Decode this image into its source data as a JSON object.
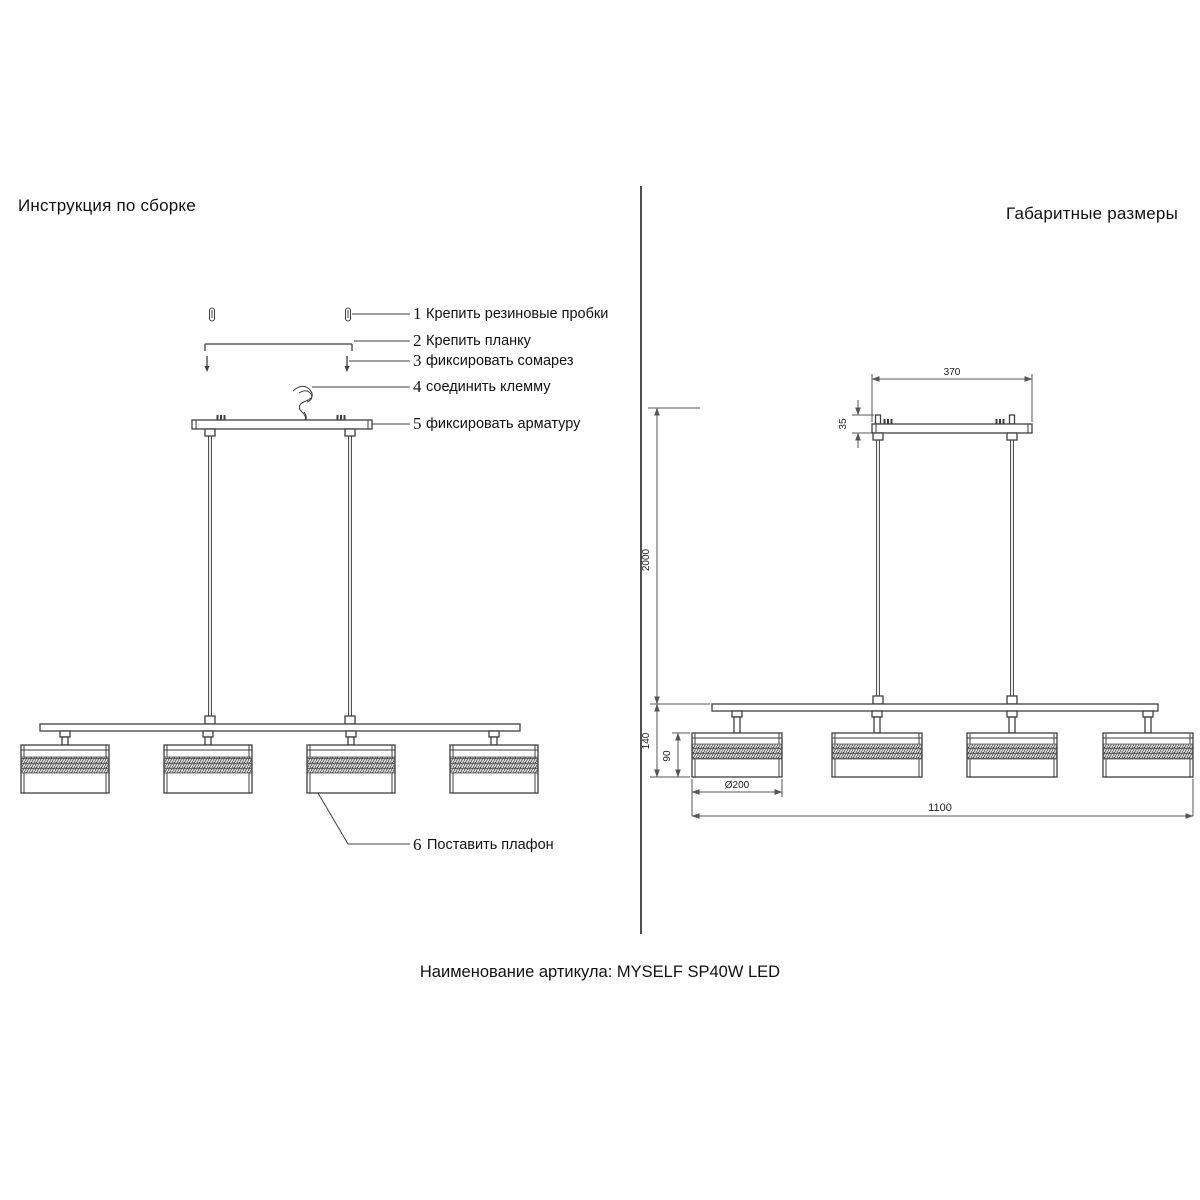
{
  "header": {
    "left_title": "Инструкция по сборке",
    "right_title": "Габаритные размеры"
  },
  "footer": {
    "text": "Наименование артикула: MYSELF SP40W LED"
  },
  "assembly": {
    "callouts": [
      {
        "num": "1",
        "label": "Крепить резиновые пробки"
      },
      {
        "num": "2",
        "label": "Крепить планку"
      },
      {
        "num": "3",
        "label": "фиксировать сомарез"
      },
      {
        "num": "4",
        "label": "соединить клемму"
      },
      {
        "num": "5",
        "label": "фиксировать арматуру"
      },
      {
        "num": "6",
        "label": "Поставить плафон"
      }
    ]
  },
  "dimensions": {
    "canopy_width": "370",
    "canopy_height": "35",
    "suspension_height": "2000",
    "fixture_height": "140",
    "shade_height": "90",
    "shade_diameter": "Ø200",
    "overall_length": "1100"
  },
  "colors": {
    "line": "#3f3f3f",
    "dim_line": "#555555",
    "text": "#111111",
    "background": "#ffffff"
  }
}
